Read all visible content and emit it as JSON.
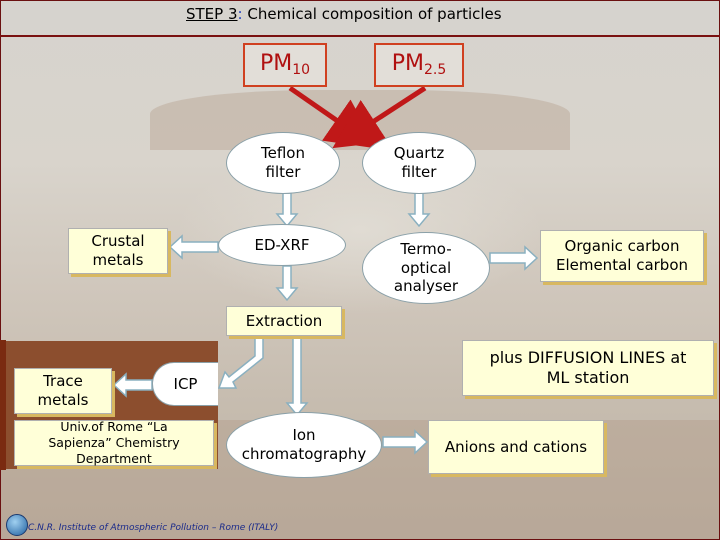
{
  "header": {
    "step": "STEP 3",
    "separator": ":",
    "title": "Chemical composition of particles"
  },
  "pm": {
    "pm10_base": "PM",
    "pm10_sub": "10",
    "pm25_base": "PM",
    "pm25_sub": "2.5"
  },
  "filters": {
    "teflon": "Teflon filter",
    "quartz": "Quartz filter"
  },
  "methods": {
    "edxrf": "ED-XRF",
    "thermo": "Termo-optical analyser",
    "extraction": "Extraction",
    "icp": "ICP",
    "ion": "Ion chromatography"
  },
  "outputs": {
    "crustal": "Crustal metals",
    "trace": "Trace metals",
    "carbon": "Organic carbon Elemental carbon",
    "anions": "Anions and cations",
    "diffusion": "plus DIFFUSION LINES at ML station"
  },
  "labs": {
    "univ": "Univ.of Rome “La Sapienza” Chemistry Department"
  },
  "footer": {
    "credit": "C.N.R. Institute of Atmospheric Pollution – Rome (ITALY)"
  },
  "colors": {
    "pm_border": "#d04020",
    "pm_text": "#b01010",
    "note_bg": "#ffffd8",
    "arrow_red": "#c01818",
    "arrow_fill": "#ffffff",
    "arrow_stroke": "#8ab0c0",
    "panel_brown": "#8c4e2e"
  }
}
